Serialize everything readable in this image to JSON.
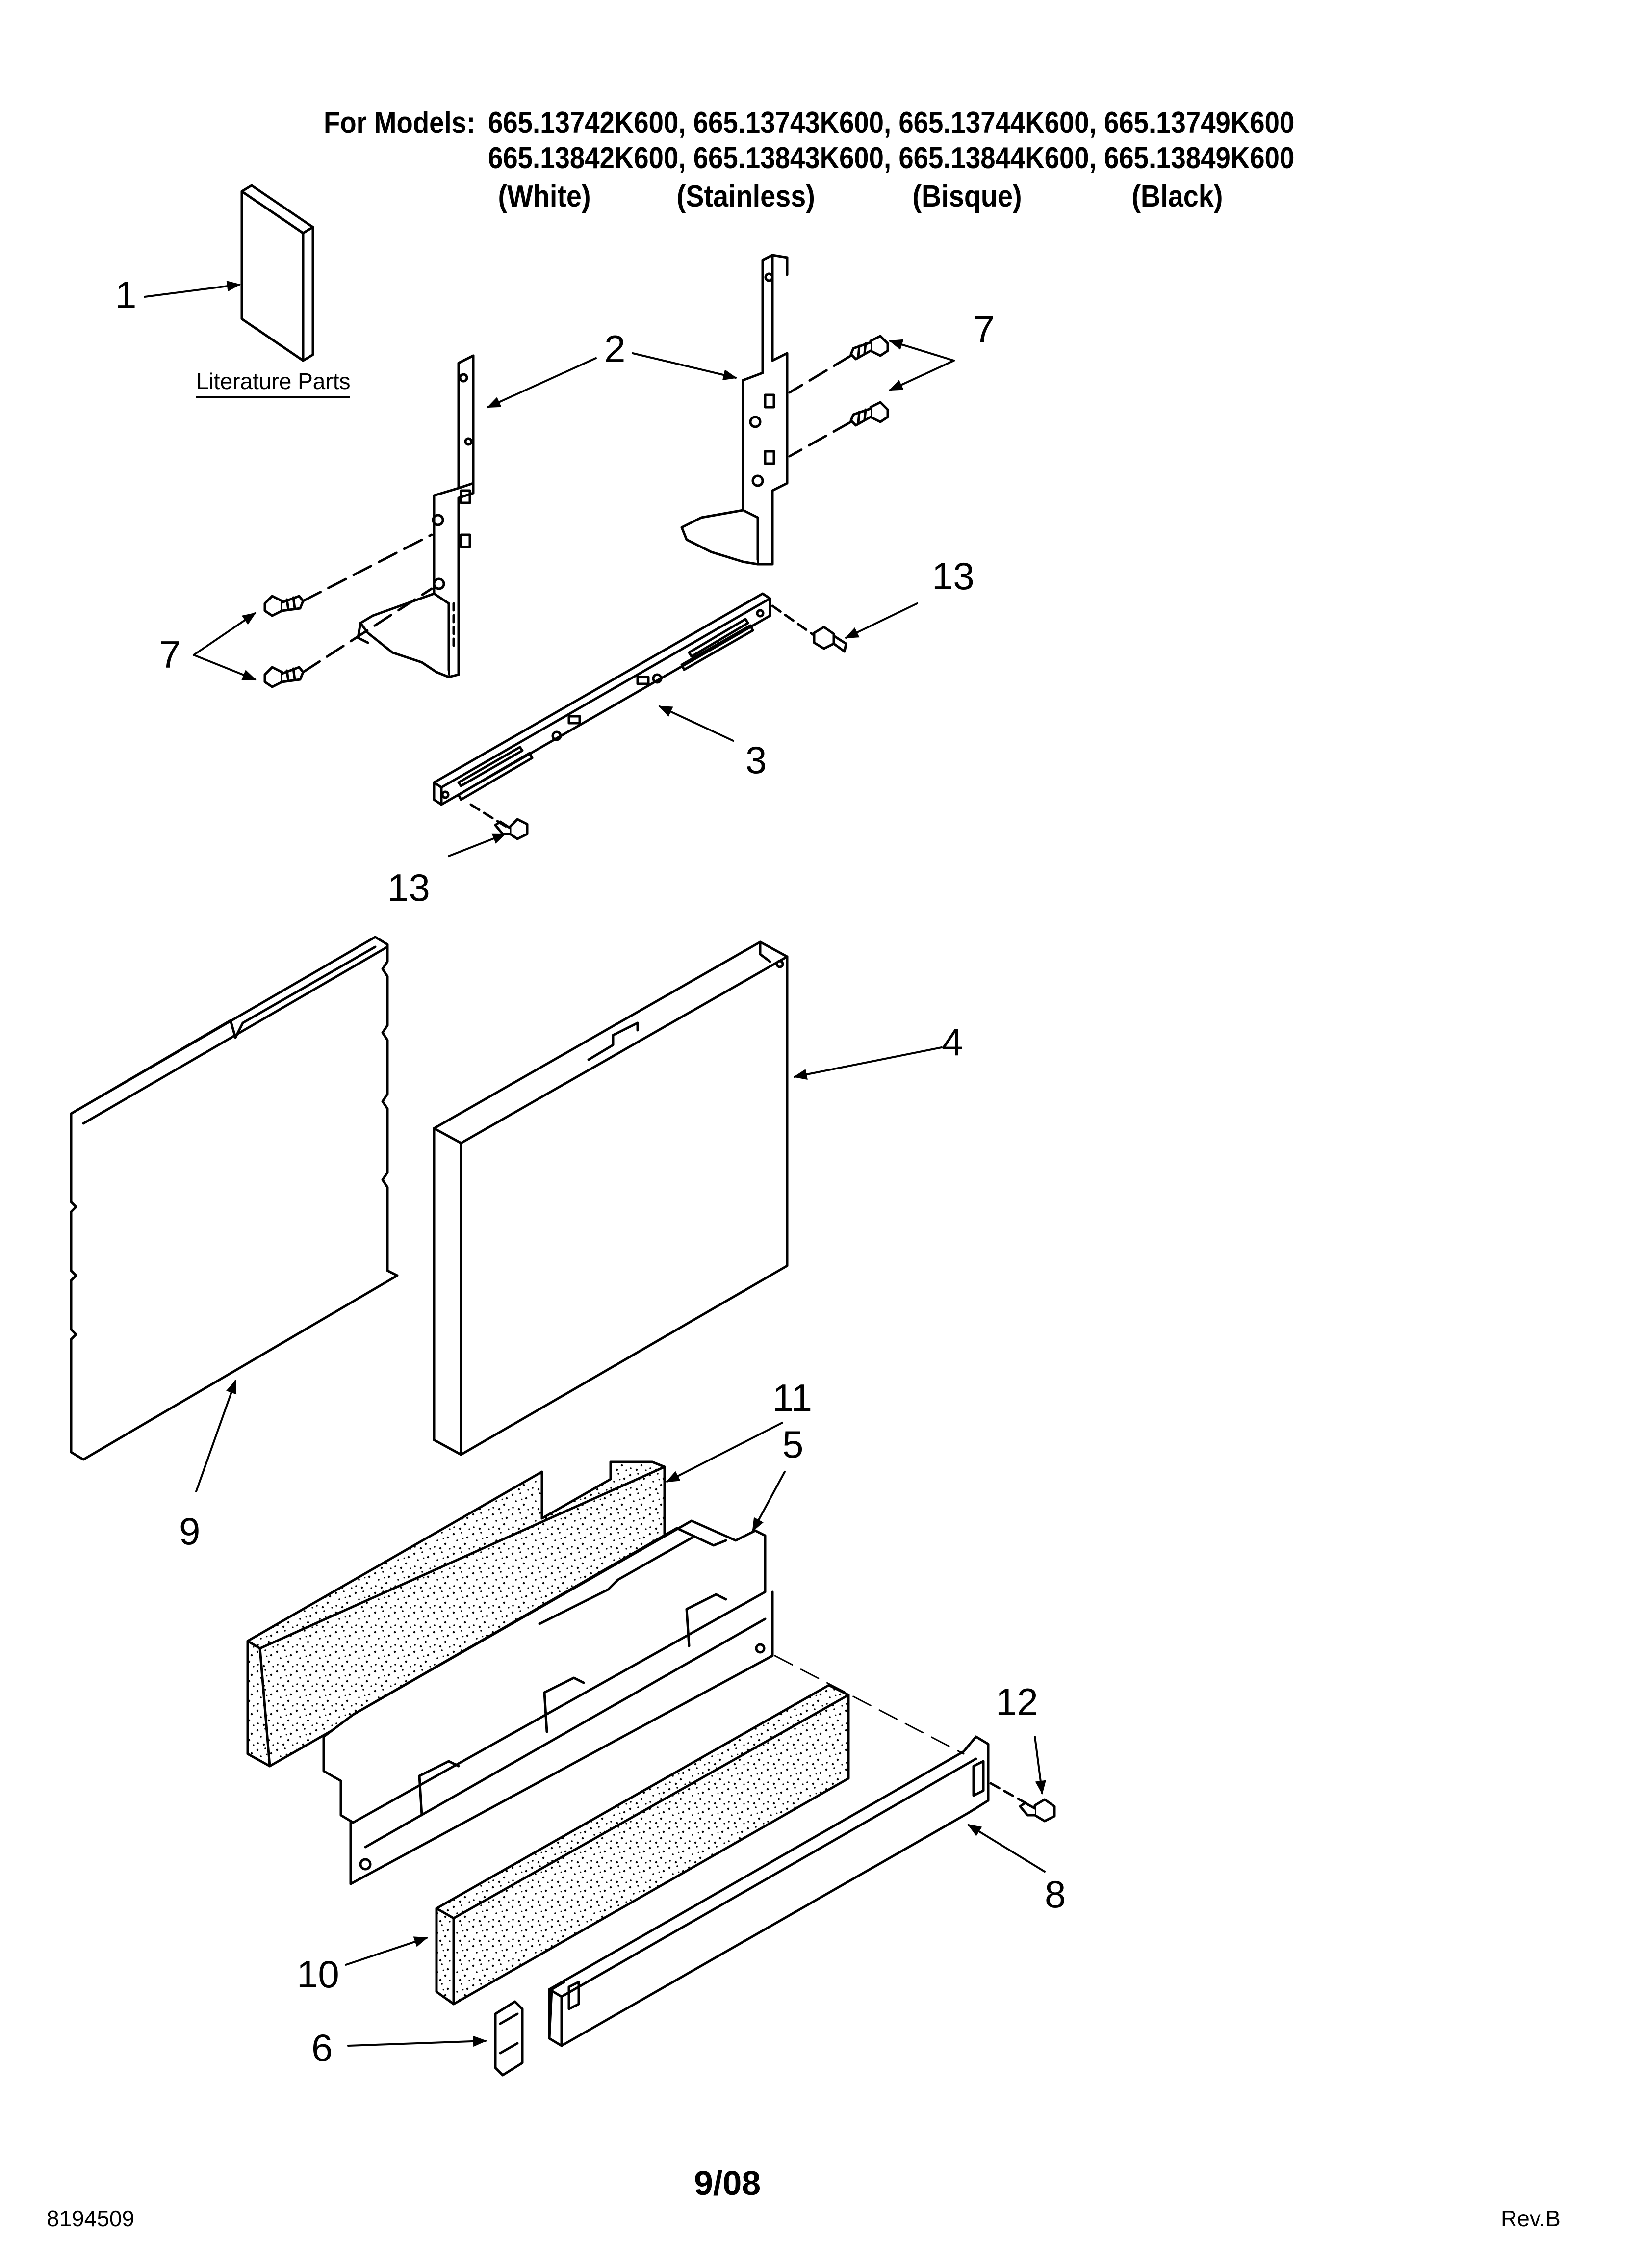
{
  "header": {
    "models_label": "For Models:",
    "models_row1": "665.13742K600, 665.13743K600, 665.13744K600, 665.13749K600",
    "models_row2": "665.13842K600, 665.13843K600, 665.13844K600, 665.13849K600",
    "color_white": "(White)",
    "color_stainless": "(Stainless)",
    "color_bisque": "(Bisque)",
    "color_black": "(Black)"
  },
  "literature_label": "Literature Parts",
  "callouts": {
    "c1": "1",
    "c2": "2",
    "c3": "3",
    "c4": "4",
    "c5": "5",
    "c6": "6",
    "c7a": "7",
    "c7b": "7",
    "c8": "8",
    "c9": "9",
    "c10": "10",
    "c11": "11",
    "c12": "12",
    "c13a": "13",
    "c13b": "13"
  },
  "footer": {
    "doc_number": "8194509",
    "date": "9/08",
    "revision": "Rev.B"
  }
}
